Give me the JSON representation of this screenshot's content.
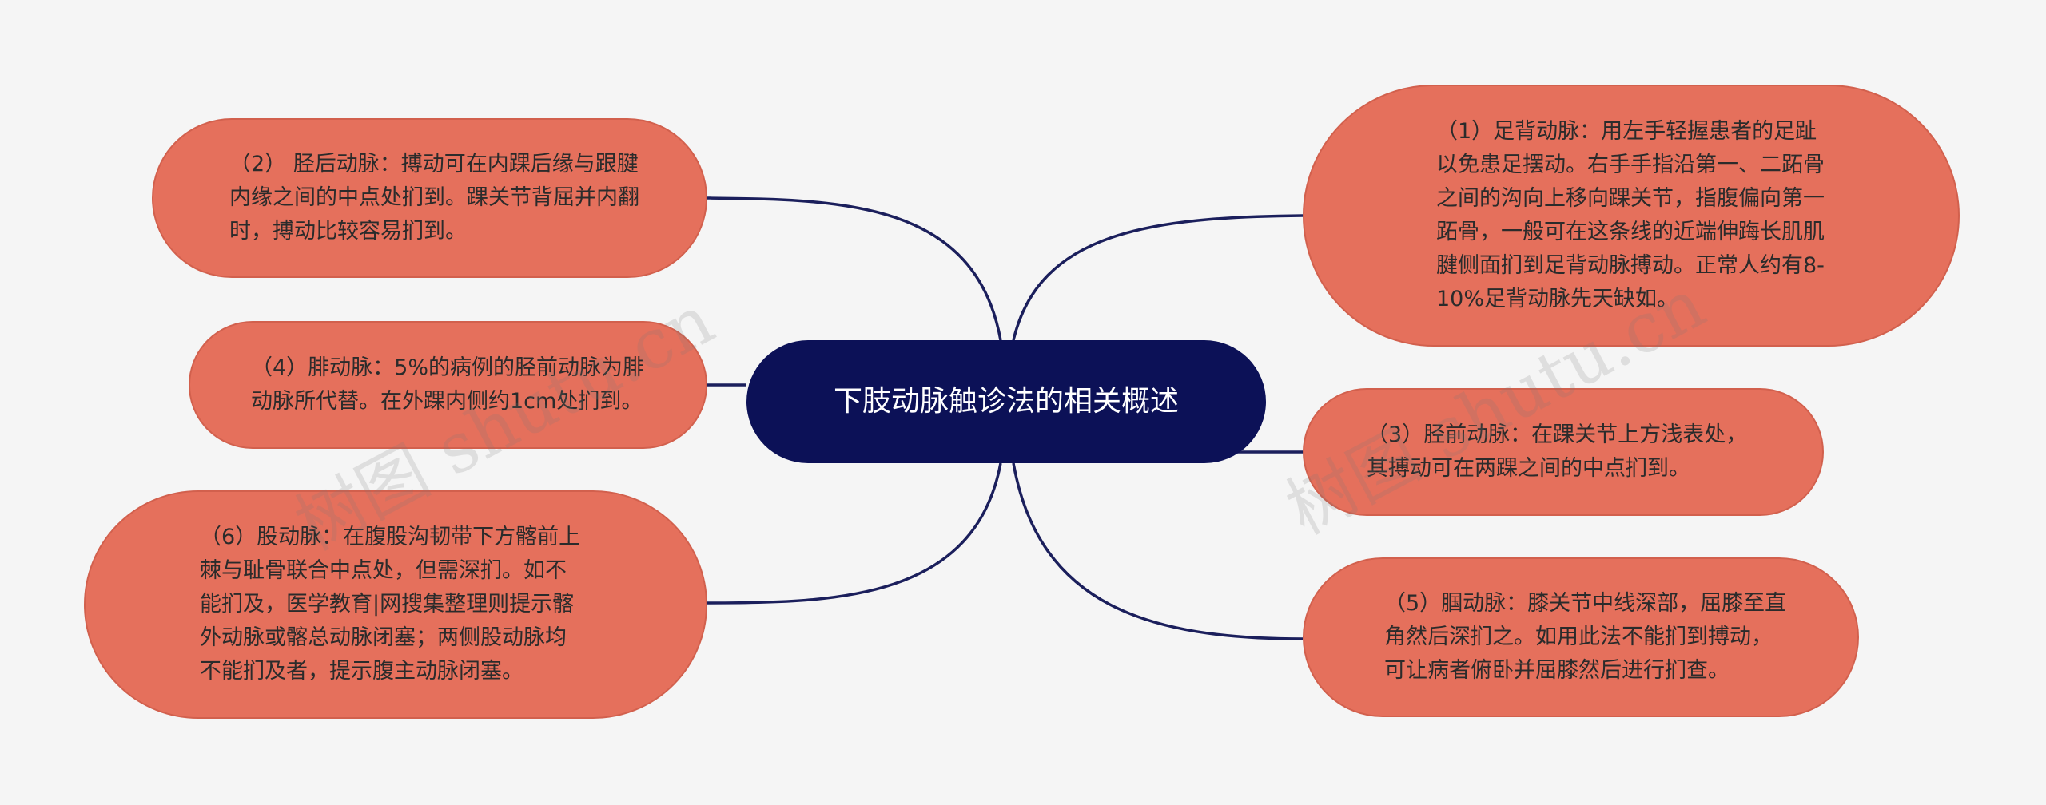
{
  "title": "下肢动脉触诊法的相关概述",
  "nodes": {
    "n1": "（1）足背动脉：用左手轻握患者的足趾以免患足摆动。右手手指沿第一、二跖骨之间的沟向上移向踝关节，指腹偏向第一跖骨，一般可在这条线的近端伸踇长肌肌腱侧面扪到足背动脉搏动。正常人约有8-10%足背动脉先天缺如。",
    "n2": "（2） 胫后动脉：搏动可在内踝后缘与跟腱内缘之间的中点处扪到。踝关节背屈并内翻时，搏动比较容易扪到。",
    "n3": "（3）胫前动脉：在踝关节上方浅表处，其搏动可在两踝之间的中点扪到。",
    "n4": "（4）腓动脉：5%的病例的胫前动脉为腓动脉所代替。在外踝内侧约1cm处扪到。",
    "n5": "（5）腘动脉：膝关节中线深部，屈膝至直角然后深扪之。如用此法不能扪到搏动，可让病者俯卧并屈膝然后进行扪查。",
    "n6": "（6）股动脉：在腹股沟韧带下方髂前上棘与耻骨联合中点处，但需深扪。如不能扪及，医学教育|网搜集整理则提示髂外动脉或髂总动脉闭塞；两侧股动脉均不能扪及者，提示腹主动脉闭塞。"
  },
  "watermarks": [
    "树图 shutu.cn",
    "树图 shutu.cn"
  ],
  "colors": {
    "background": "#f5f5f5",
    "center_fill": "#0c1157",
    "node_fill": "#e5705c",
    "connector": "#1b1f5c"
  }
}
